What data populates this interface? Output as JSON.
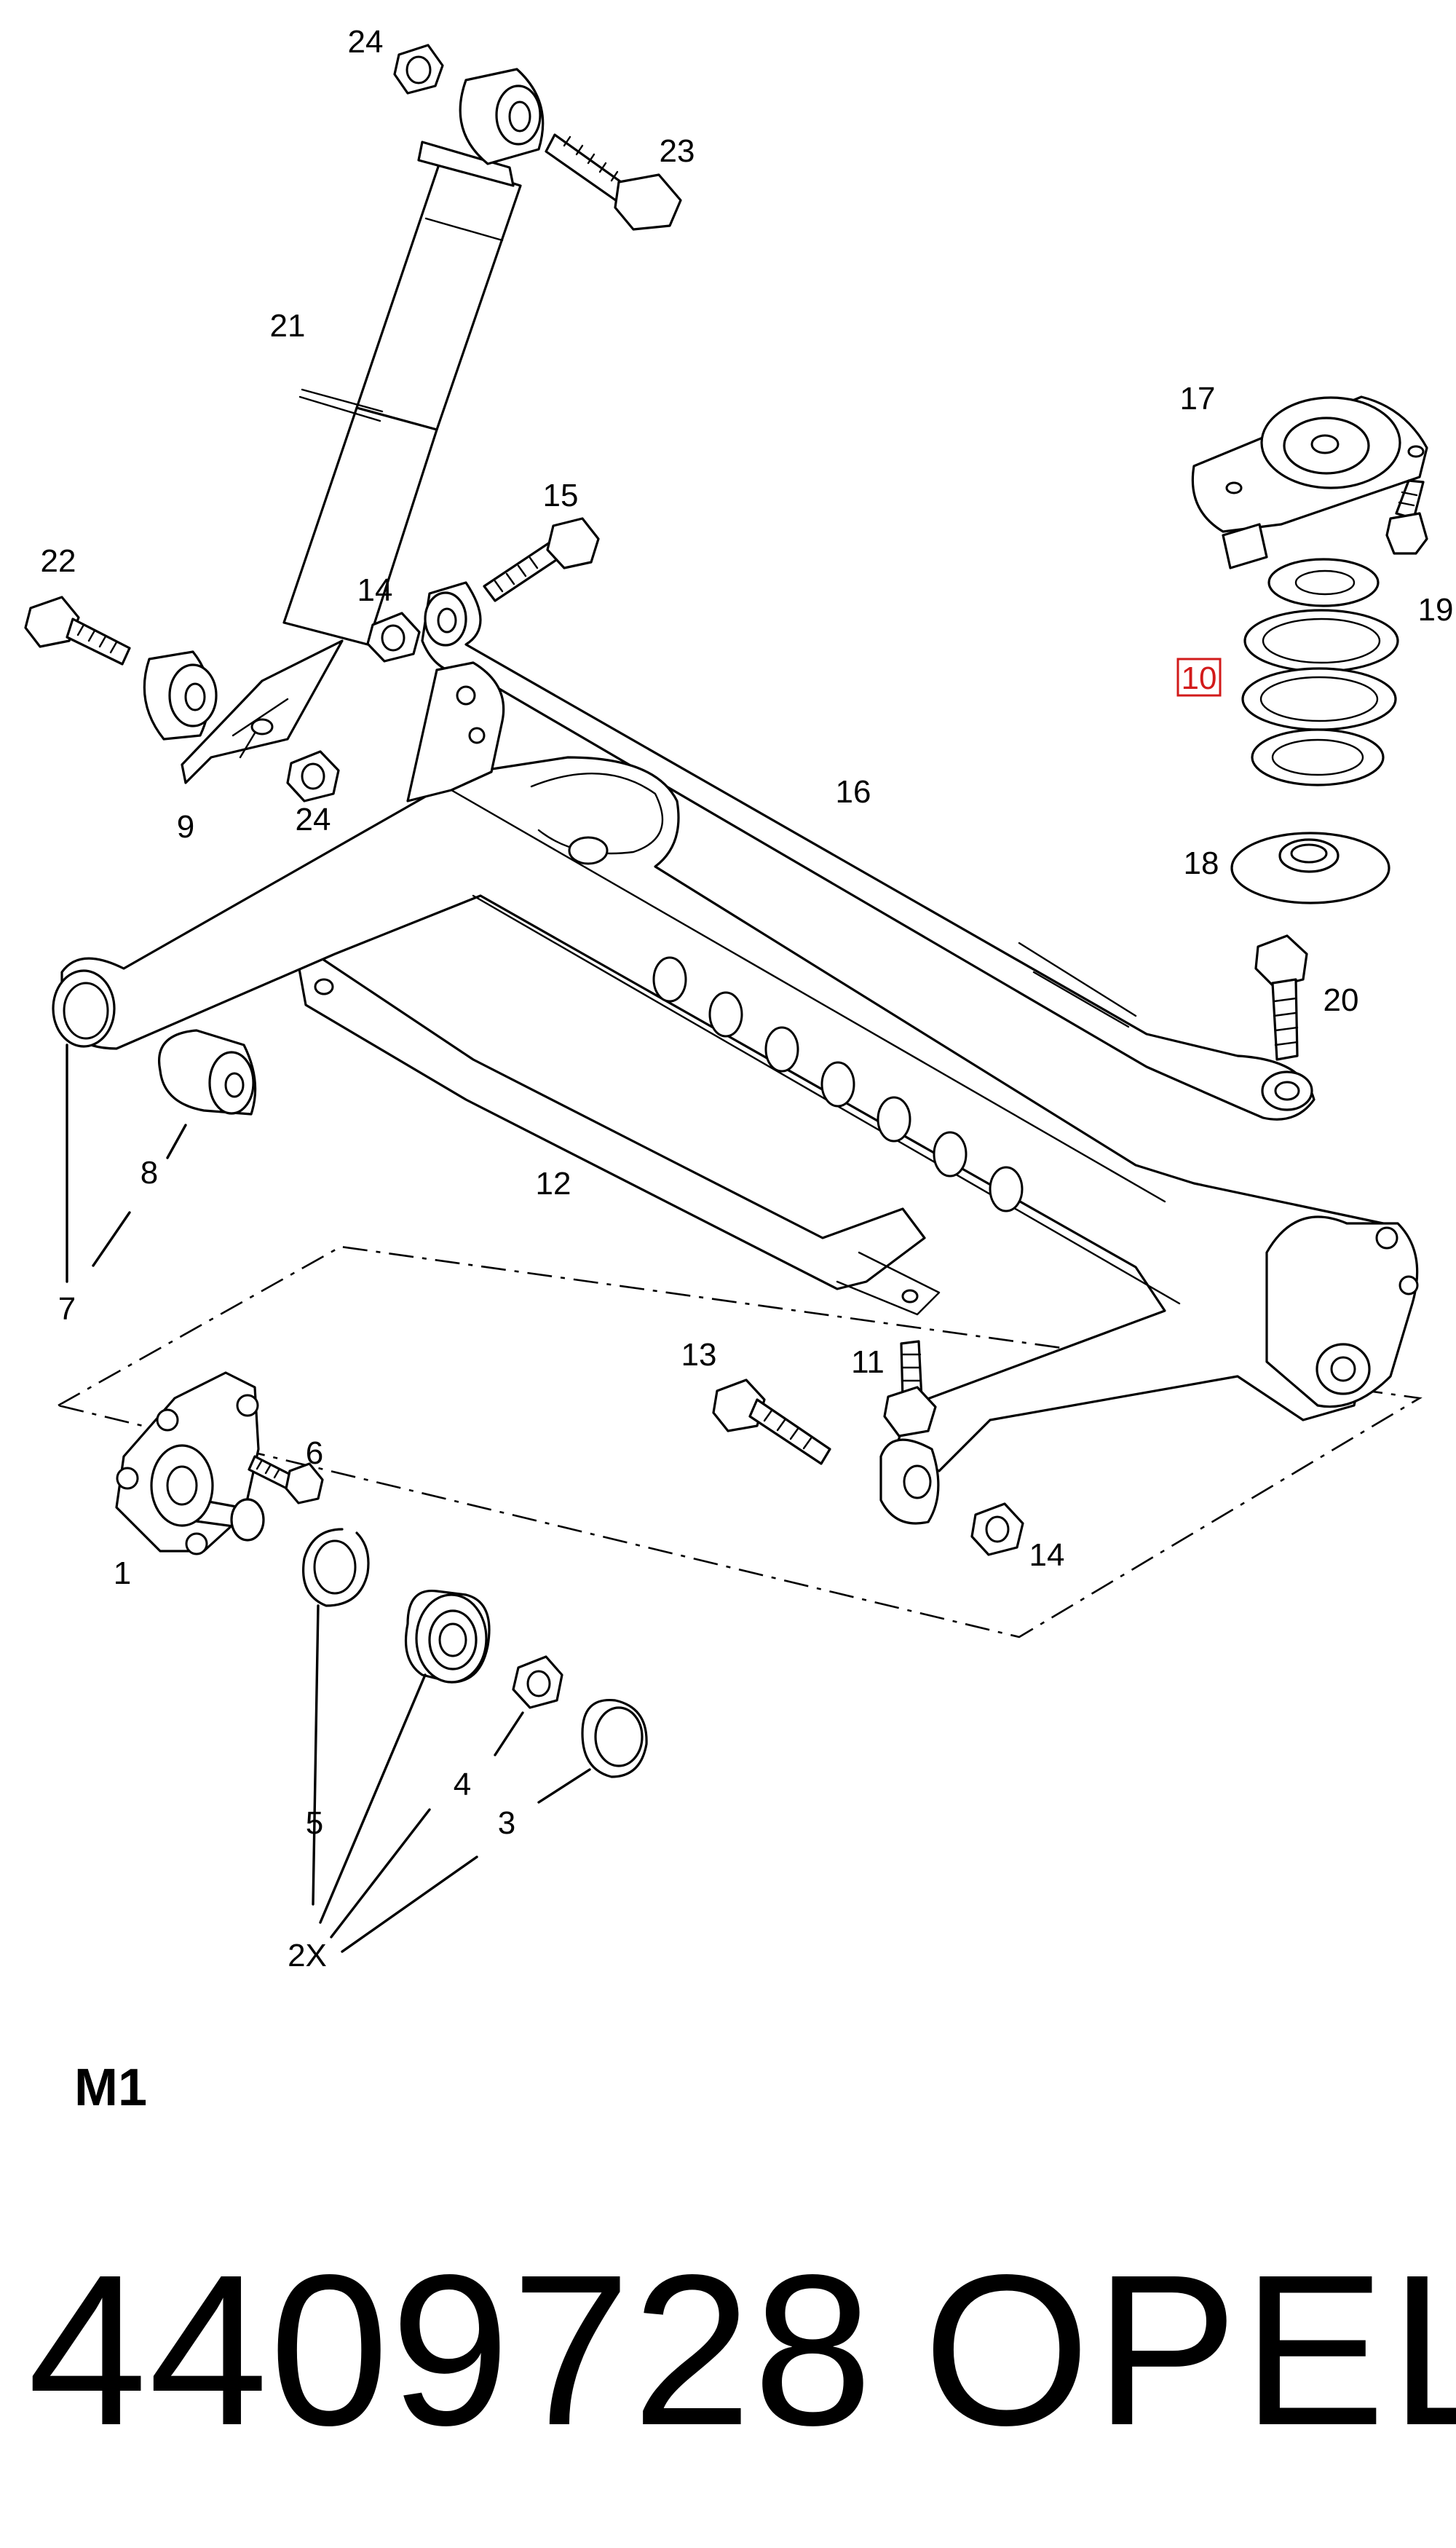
{
  "diagram": {
    "callouts": {
      "p1": "1",
      "p2x": "2X",
      "p3": "3",
      "p4": "4",
      "p5": "5",
      "p6": "6",
      "p7": "7",
      "p8": "8",
      "p9": "9",
      "p10": "10",
      "p11": "11",
      "p12": "12",
      "p13": "13",
      "p14a": "14",
      "p14b": "14",
      "p15": "15",
      "p16": "16",
      "p17": "17",
      "p18": "18",
      "p19": "19",
      "p20": "20",
      "p21": "21",
      "p22": "22",
      "p23": "23",
      "p24a": "24",
      "p24b": "24"
    },
    "highlighted_callout": "10",
    "highlight_color": "#d21a1a"
  },
  "footer": {
    "section_code": "M1",
    "part_number": "4409728",
    "brand": "OPEL"
  }
}
